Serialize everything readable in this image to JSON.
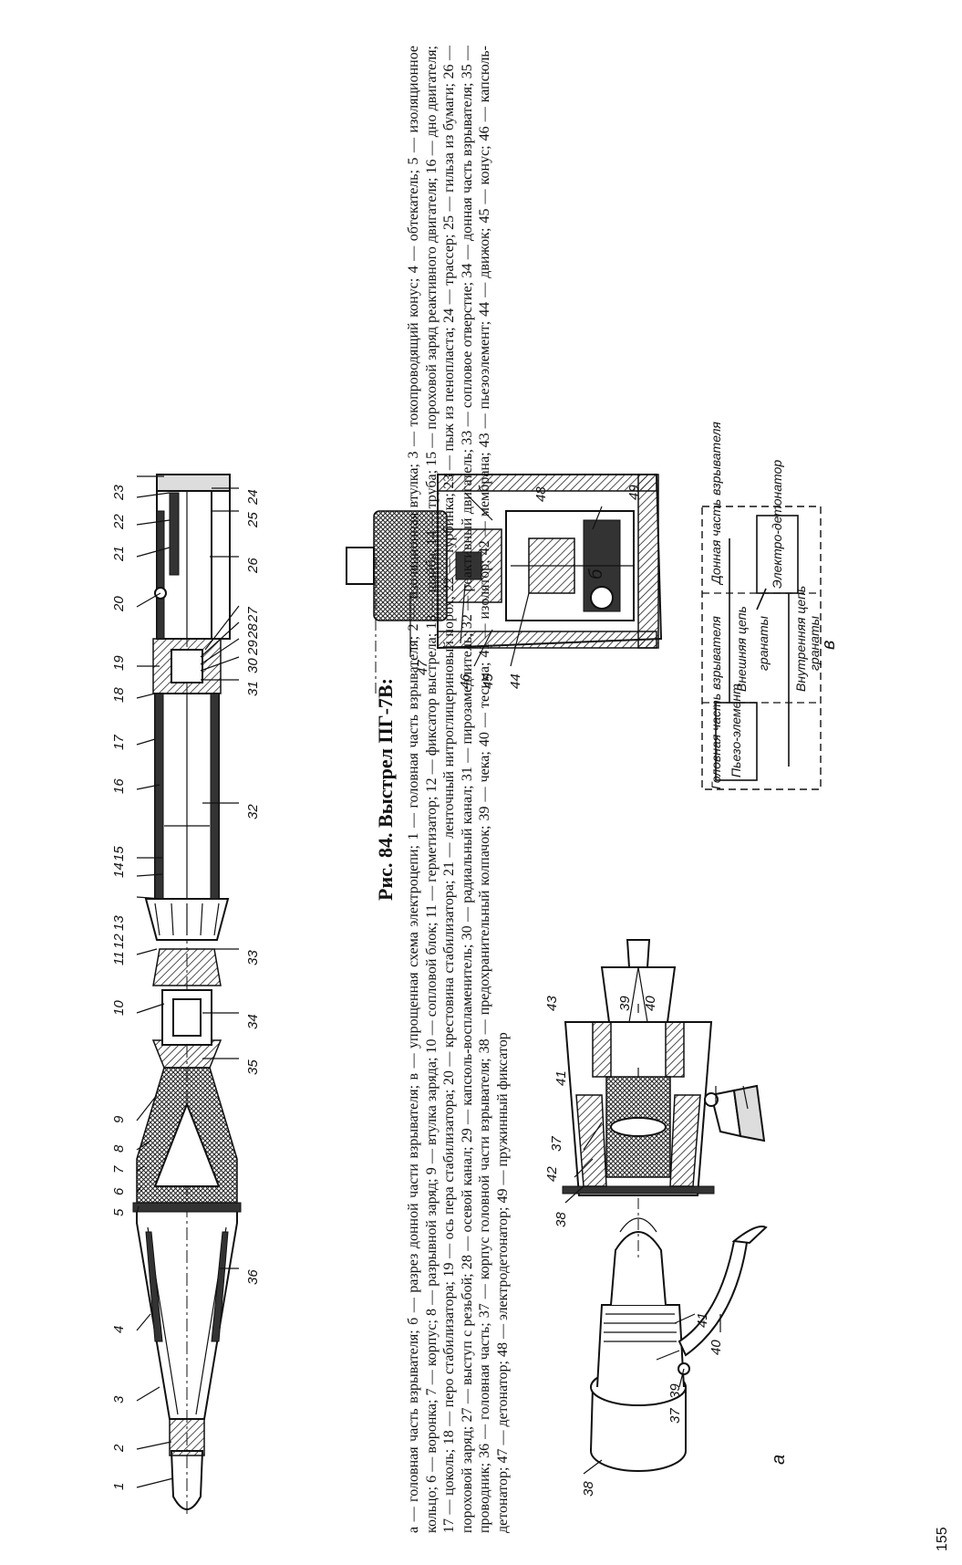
{
  "caption": {
    "title": "Рис. 84. Выстрел ПГ-7В:",
    "text": "а — головная часть взрывателя; б — разрез донной части взрывателя; в — упрощенная схема электроцепи; 1 — головная часть взрывателя; 2 — изоляционная втулка; 3 — токопроводящий конус; 4 — обтекатель; 5 — изоляционное кольцо; 6 — воронка; 7 — корпус; 8 — разрывной заряд; 9 — втулка заряда; 10 — сопловой блок; 11 — герметизатор; 12 — фиксатор выстрела; 13 — шайба; 14 — труба; 15 — пороховой заряд реактивного двигателя; 16 — дно двигателя; 17 — цоколь; 18 — перо стабилизатора; 19 — ось пера стабилизатора; 20 — крестовина стабилизатора; 21 — ленточный нитроглицериновый порох; 22 — турбинка; 23 — пыж из пенопласта; 24 — трассер; 25 — гильза из бумаги; 26 — пороховой заряд; 27 — выступ с резьбой; 28 — осевой канал; 29 — капсюль-воспламенитель; 30 — радиальный канал; 31 — пирозамедлитель; 32 — реактивный двигатель; 33 — сопловое отверстие; 34 — донная часть взрывателя; 35 — проводник; 36 — головная часть; 37 — корпус головной части взрывателя; 38 — предохранительный колпачок; 39 — чека; 40 — тесьма; 41 — изолятор; 42 — мембрана; 43 — пьезоэлемент; 44 — движок; 45 — конус; 46 — капсюль-детонатор; 47 — детонатор; 48 — электродетонатор; 49 — пружинный фиксатор"
  },
  "main_labels": {
    "top": [
      "1",
      "2",
      "3",
      "4",
      "5",
      "6",
      "7",
      "8",
      "9",
      "10",
      "11",
      "12",
      "13",
      "14",
      "15",
      "16",
      "17",
      "18",
      "19",
      "20",
      "21",
      "22",
      "23"
    ],
    "bottom": [
      "36",
      "35",
      "34",
      "33",
      "32",
      "31",
      "30",
      "29",
      "28",
      "27",
      "26",
      "25",
      "24"
    ]
  },
  "detail_a": {
    "letter": "а",
    "labels": [
      "38",
      "37",
      "39",
      "40",
      "41",
      "38",
      "42",
      "37",
      "41",
      "43",
      "39",
      "40"
    ]
  },
  "detail_b": {
    "letter": "б",
    "labels": [
      "47",
      "46",
      "45",
      "44",
      "48",
      "49"
    ]
  },
  "detail_v": {
    "letter": "в",
    "head_fuze": "Головная часть взрывателя",
    "piezo": "Пьезо-элемент",
    "outer_circuit": "Внешняя цепь",
    "inner_circuit": "Внутренняя цепь",
    "grenade": "гранаты",
    "base_fuze": "Донная часть взрывателя",
    "electro_det": "Электро-детонатор"
  },
  "page_number": "155"
}
